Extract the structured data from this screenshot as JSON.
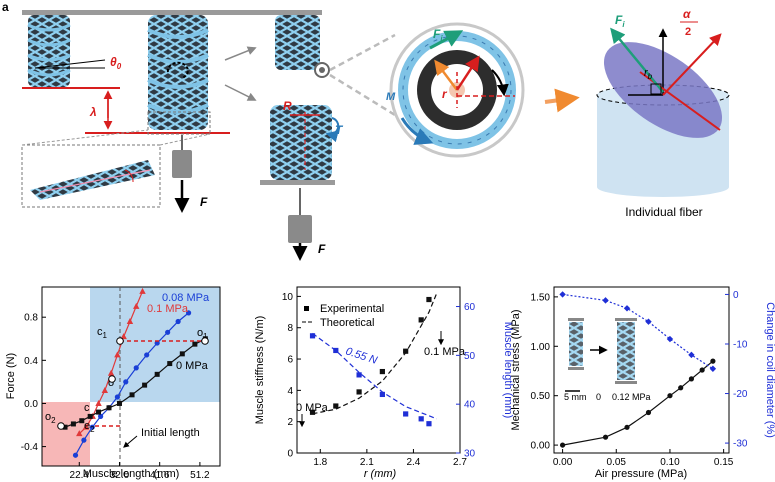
{
  "panel_letter": "a",
  "schematic": {
    "theta0": "θ",
    "theta0_sub": "0",
    "lambda": "λ",
    "R": "R",
    "T": "T",
    "F_left": "F",
    "F_right": "F",
    "Fi_cross": "F",
    "Fi_cross_sub": "i",
    "M": "M",
    "r": "r",
    "Fi_fiber": "F",
    "Fi_fiber_sub": "i",
    "rb": "r",
    "rb_sub": "b",
    "alpha": "α",
    "alpha_den": "2",
    "fiber_caption": "Individual fiber"
  },
  "colors": {
    "fiber_blue": "#7fc3e6",
    "core_dark": "#2d2d2d",
    "accent_red": "#d81e1e",
    "accent_green": "#1e9e7a",
    "accent_orange": "#f08a30",
    "accent_blue": "#2a7ab8",
    "shade_blue": "#b9d7ee",
    "shade_red": "#f7b7b7",
    "ellipse_purple": "#7a78c6"
  },
  "chart_data": [
    {
      "type": "line",
      "xlabel": "Muscle length (mm)",
      "ylabel": "Force (N)",
      "xticks": [
        "22.4",
        "32.0",
        "41.6",
        "51.2"
      ],
      "yticks": [
        "-0.4",
        "0.0",
        "0.4",
        "0.8"
      ],
      "xlim": [
        13.5,
        56
      ],
      "ylim": [
        -0.58,
        1.08
      ],
      "initial_length_label": "Initial length",
      "initial_length": 32.0,
      "point_labels": {
        "c1": "c",
        "c1_sub": "1",
        "o1": "o",
        "o1_sub": "1",
        "c": "c",
        "o2": "o",
        "o2_sub": "2",
        "e2": "e",
        "e2_sub": "2",
        "o": "o"
      },
      "series": [
        {
          "name": "0.1 MPa",
          "color": "#e0393a",
          "marker": "triangle",
          "x": [
            22.4,
            24.0,
            25.6,
            27.0,
            28.5,
            30.0,
            31.5,
            33.0,
            34.5,
            36.0,
            37.5
          ],
          "y": [
            -0.28,
            -0.22,
            -0.12,
            0.0,
            0.12,
            0.28,
            0.45,
            0.62,
            0.76,
            0.9,
            1.04
          ]
        },
        {
          "name": "0.08 MPa",
          "color": "#1a3fd6",
          "marker": "circle",
          "x": [
            21.5,
            23.5,
            25.5,
            27.5,
            29.5,
            31.5,
            33.5,
            36.0,
            38.5,
            41.0,
            43.5,
            46.0,
            48.5
          ],
          "y": [
            -0.48,
            -0.34,
            -0.22,
            -0.12,
            -0.04,
            0.06,
            0.2,
            0.33,
            0.45,
            0.56,
            0.66,
            0.76,
            0.84
          ]
        },
        {
          "name": "0 MPa",
          "color": "#111111",
          "marker": "square",
          "x": [
            19.0,
            21.0,
            23.0,
            25.0,
            27.0,
            29.5,
            32.0,
            35.0,
            38.0,
            41.0,
            44.0,
            47.0,
            50.0,
            52.5
          ],
          "y": [
            -0.22,
            -0.19,
            -0.16,
            -0.12,
            -0.08,
            -0.04,
            0.0,
            0.08,
            0.17,
            0.27,
            0.37,
            0.46,
            0.55,
            0.6
          ]
        }
      ]
    },
    {
      "type": "scatter",
      "xlabel": "r (mm)",
      "ylabel": "Muscle stiffness (N/m)",
      "ylabel_right": "Muscle length (mm)",
      "xticks": [
        "1.8",
        "2.1",
        "2.4",
        "2.7"
      ],
      "yticks": [
        "0",
        "2",
        "4",
        "6",
        "8",
        "10"
      ],
      "yticks_right": [
        "30",
        "40",
        "50",
        "60"
      ],
      "xlim": [
        1.65,
        2.7
      ],
      "ylim": [
        0,
        10.6
      ],
      "ylim_right": [
        30,
        64
      ],
      "legend": [
        "Experimental",
        "Theoretical"
      ],
      "annotations": {
        "blue_curve": "0.55 N",
        "low": "0 MPa",
        "high": "0.1 MPa"
      },
      "series": [
        {
          "name": "Experimental",
          "color": "#111111",
          "x": [
            1.75,
            1.9,
            2.05,
            2.2,
            2.35,
            2.45,
            2.5
          ],
          "y": [
            2.6,
            3.0,
            3.9,
            5.2,
            6.5,
            8.5,
            9.8
          ]
        },
        {
          "name": "Theoretical",
          "color": "#111111",
          "dashed": true,
          "x": [
            1.75,
            1.9,
            2.05,
            2.2,
            2.35,
            2.5,
            2.55
          ],
          "y": [
            2.5,
            2.8,
            3.5,
            4.6,
            6.4,
            9.0,
            10.2
          ]
        },
        {
          "name": "Muscle length",
          "color": "#1f2fd6",
          "axis": "right",
          "x": [
            1.75,
            1.9,
            2.05,
            2.2,
            2.35,
            2.45,
            2.5
          ],
          "y": [
            54,
            51,
            46,
            42,
            38,
            37,
            36
          ]
        },
        {
          "name": "Muscle length fit",
          "color": "#1f2fd6",
          "axis": "right",
          "dashed": true,
          "x": [
            1.75,
            1.9,
            2.05,
            2.2,
            2.35,
            2.55
          ],
          "y": [
            54.5,
            51,
            46.5,
            42.5,
            39.5,
            37
          ]
        }
      ]
    },
    {
      "type": "line",
      "xlabel": "Air pressure (MPa)",
      "ylabel": "Mechanical stress (MPa)",
      "ylabel_right": "Change in coil diameter (%)",
      "xticks": [
        "0.00",
        "0.05",
        "0.10",
        "0.15"
      ],
      "yticks": [
        "0.00",
        "0.50",
        "1.00",
        "1.50"
      ],
      "yticks_right": [
        "0",
        "-10",
        "-20",
        "-30"
      ],
      "xlim": [
        -0.008,
        0.155
      ],
      "ylim": [
        -0.08,
        1.6
      ],
      "ylim_right": [
        -32,
        1.5
      ],
      "inset": {
        "label_left": "0",
        "label_right": "0.12 MPa",
        "scale": "5 mm"
      },
      "series": [
        {
          "name": "Mechanical stress",
          "color": "#111111",
          "x": [
            0.0,
            0.04,
            0.06,
            0.08,
            0.1,
            0.11,
            0.12,
            0.13,
            0.14
          ],
          "y": [
            0.0,
            0.08,
            0.18,
            0.33,
            0.5,
            0.58,
            0.67,
            0.76,
            0.85
          ]
        },
        {
          "name": "Change in coil diameter",
          "color": "#1f2fd6",
          "axis": "right",
          "x": [
            0.0,
            0.04,
            0.06,
            0.08,
            0.1,
            0.12,
            0.14
          ],
          "y": [
            0,
            -1.2,
            -2.8,
            -5.5,
            -9.0,
            -12.2,
            -15.0
          ]
        }
      ]
    }
  ]
}
